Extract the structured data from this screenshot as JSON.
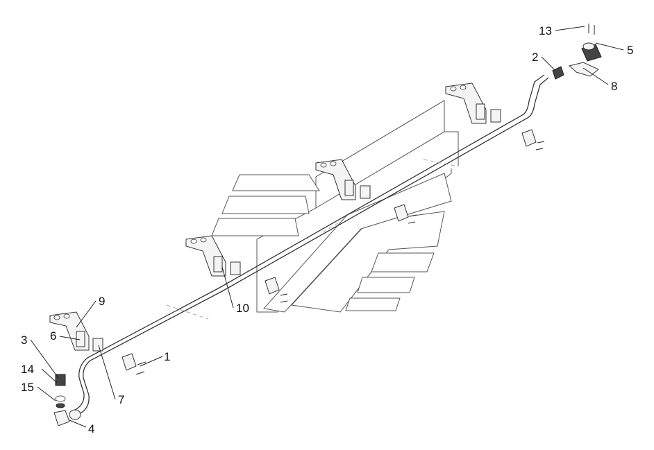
{
  "diagram": {
    "callouts": [
      {
        "id": "c13",
        "text": "13"
      },
      {
        "id": "c5",
        "text": "5"
      },
      {
        "id": "c2",
        "text": "2"
      },
      {
        "id": "c8",
        "text": "8"
      },
      {
        "id": "c9",
        "text": "9"
      },
      {
        "id": "c10",
        "text": "10"
      },
      {
        "id": "c3",
        "text": "3"
      },
      {
        "id": "c6",
        "text": "6"
      },
      {
        "id": "c1",
        "text": "1"
      },
      {
        "id": "c14",
        "text": "14"
      },
      {
        "id": "c15",
        "text": "15"
      },
      {
        "id": "c7",
        "text": "7"
      },
      {
        "id": "c4",
        "text": "4"
      }
    ]
  }
}
